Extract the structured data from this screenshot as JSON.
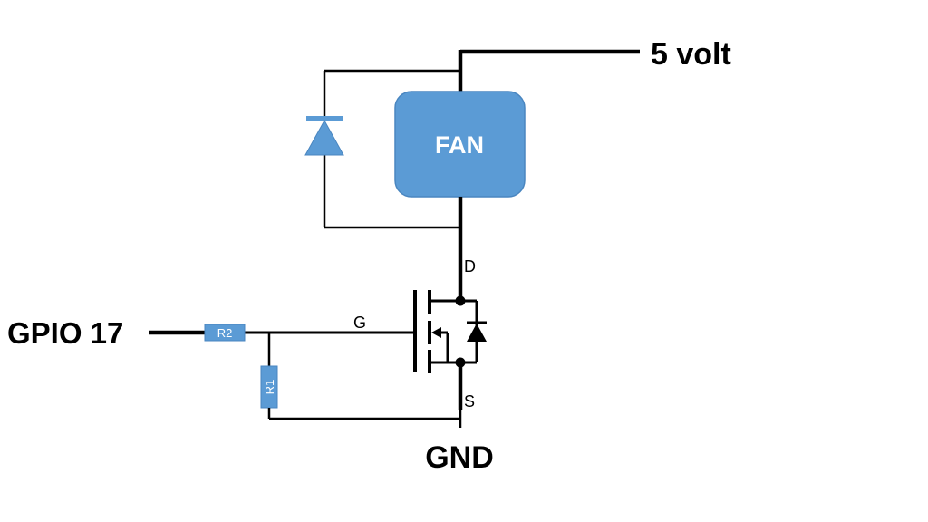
{
  "labels": {
    "supply": "5 volt",
    "ground": "GND",
    "gpio": "GPIO 17",
    "fan": "FAN",
    "drain": "D",
    "gate": "G",
    "source": "S",
    "r2": "R2",
    "r1": "R1"
  },
  "colors": {
    "component_fill": "#5b9bd5",
    "component_stroke": "#4a86c0",
    "wire": "#000000",
    "text_on_component": "#ffffff"
  }
}
